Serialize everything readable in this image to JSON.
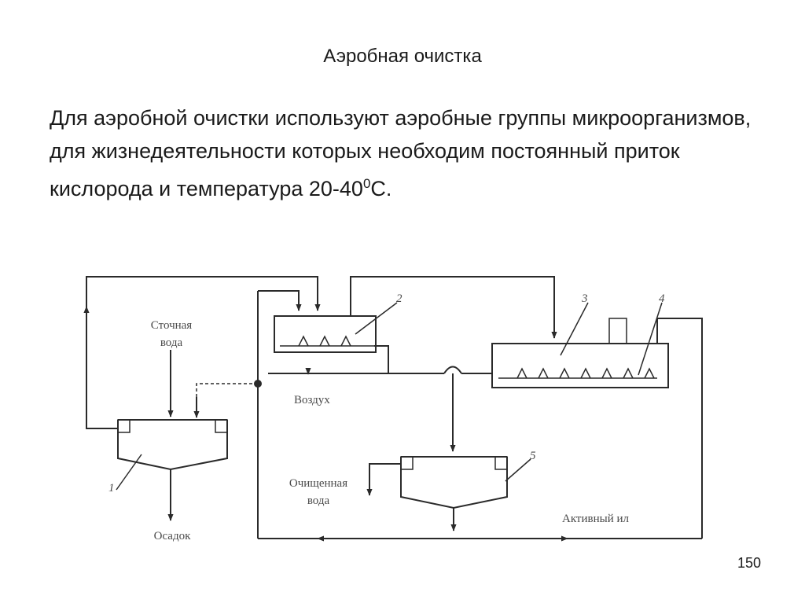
{
  "slide": {
    "title": "Аэробная очистка",
    "body_text": {
      "main": "Для аэробной очистки используют аэробные группы микроорганизмов, для жизнедеятельности которых необходим постоянный приток кислорода и температура 20-40",
      "superscript": "0",
      "suffix": "С."
    },
    "page_number": "150"
  },
  "diagram": {
    "labels": {
      "waste_water_line1": "Сточная",
      "waste_water_line2": "вода",
      "air": "Воздух",
      "treated_water_line1": "Очищенная",
      "treated_water_line2": "вода",
      "active_sludge": "Активный ил",
      "sediment": "Осадок"
    },
    "numbers": {
      "n1": "1",
      "n2": "2",
      "n3": "3",
      "n4": "4",
      "n5": "5"
    }
  }
}
